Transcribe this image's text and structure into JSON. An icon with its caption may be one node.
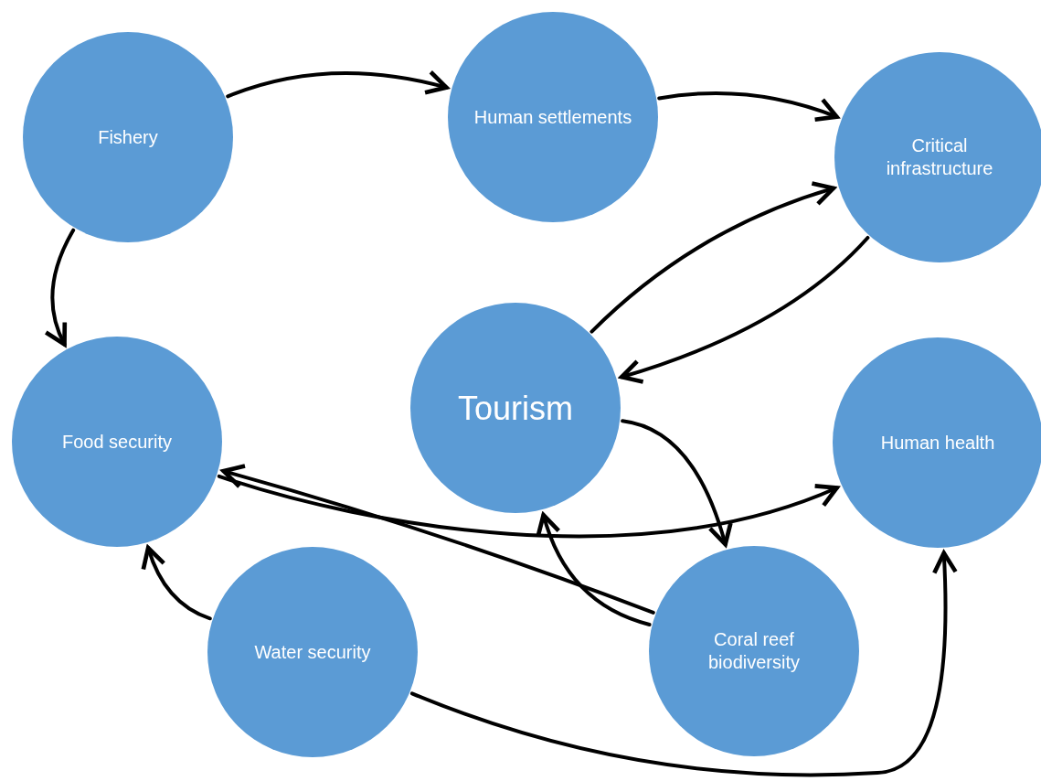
{
  "diagram": {
    "nodes": [
      {
        "text": [
          "Fishery"
        ]
      },
      {
        "text": [
          "Human settlements"
        ]
      },
      {
        "text": [
          "Critical infrastructure"
        ]
      },
      {
        "text": [
          "Food security"
        ]
      },
      {
        "text": [
          "Tourism"
        ]
      },
      {
        "text": [
          "Human health"
        ]
      },
      {
        "text": [
          "Water security"
        ]
      },
      {
        "text": [
          "Coral reef biodiversity"
        ]
      }
    ],
    "edges": [
      {
        "from": 0,
        "to": 1,
        "arrow": "to"
      },
      {
        "from": 1,
        "to": 2,
        "arrow": "to"
      },
      {
        "from": 0,
        "to": 3,
        "arrow": "to"
      },
      {
        "from": 4,
        "to": 2,
        "arrow": "to"
      },
      {
        "from": 2,
        "to": 4,
        "arrow": "to"
      },
      {
        "from": 4,
        "to": 7,
        "arrow": "to"
      },
      {
        "from": 3,
        "to": 5,
        "arrow": "to"
      },
      {
        "from": 7,
        "to": 3,
        "arrow": "to"
      },
      {
        "from": 7,
        "to": 4,
        "arrow": "to"
      },
      {
        "from": 6,
        "to": 3,
        "arrow": "to"
      },
      {
        "from": 6,
        "to": 5,
        "arrow": "to"
      }
    ]
  }
}
